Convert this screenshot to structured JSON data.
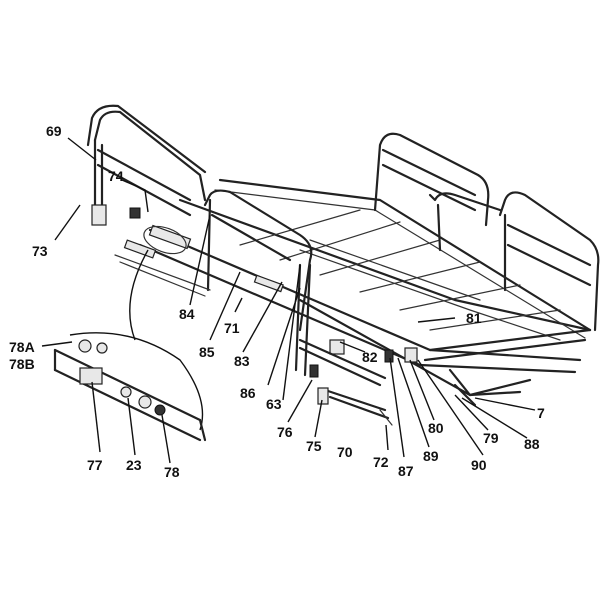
{
  "diagram": {
    "callouts": [
      {
        "id": "c69",
        "label": "69"
      },
      {
        "id": "c74",
        "label": "74"
      },
      {
        "id": "c73",
        "label": "73"
      },
      {
        "id": "c84",
        "label": "84"
      },
      {
        "id": "c71",
        "label": "71"
      },
      {
        "id": "c85",
        "label": "85"
      },
      {
        "id": "c83",
        "label": "83"
      },
      {
        "id": "c86",
        "label": "86"
      },
      {
        "id": "c63",
        "label": "63"
      },
      {
        "id": "c81",
        "label": "81"
      },
      {
        "id": "c82",
        "label": "82"
      },
      {
        "id": "c76",
        "label": "76"
      },
      {
        "id": "c75",
        "label": "75"
      },
      {
        "id": "c70",
        "label": "70"
      },
      {
        "id": "c72",
        "label": "72"
      },
      {
        "id": "c87",
        "label": "87"
      },
      {
        "id": "c89",
        "label": "89"
      },
      {
        "id": "c80",
        "label": "80"
      },
      {
        "id": "c90",
        "label": "90"
      },
      {
        "id": "c79",
        "label": "79"
      },
      {
        "id": "c88",
        "label": "88"
      },
      {
        "id": "c7",
        "label": "7"
      },
      {
        "id": "c78A",
        "label": "78A"
      },
      {
        "id": "c78B",
        "label": "78B"
      },
      {
        "id": "c77",
        "label": "77"
      },
      {
        "id": "c23",
        "label": "23"
      },
      {
        "id": "c78",
        "label": "78"
      }
    ]
  }
}
